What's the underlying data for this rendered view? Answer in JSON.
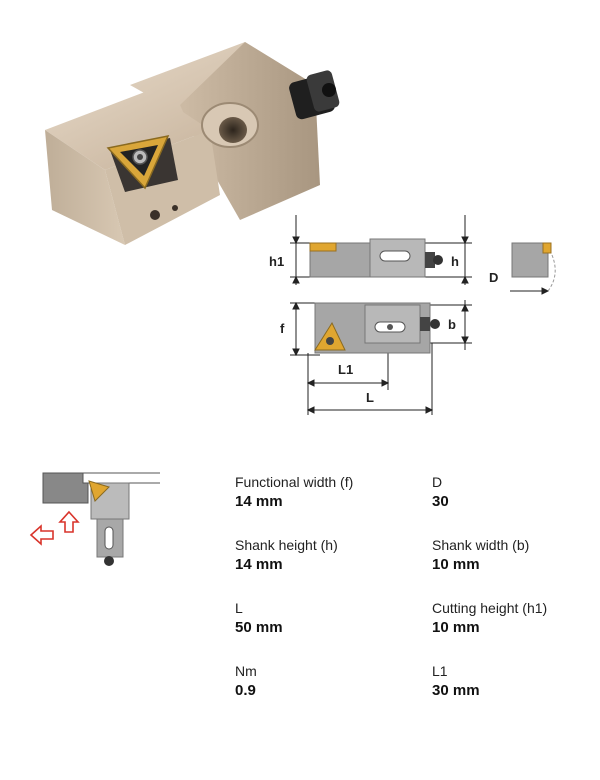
{
  "dimension_labels": {
    "h1": "h1",
    "h": "h",
    "D": "D",
    "f": "f",
    "b": "b",
    "L1": "L1",
    "L": "L"
  },
  "specs": [
    {
      "label": "Functional width (f)",
      "value": "14 mm"
    },
    {
      "label": "D",
      "value": "30"
    },
    {
      "label": "Shank height (h)",
      "value": "14 mm"
    },
    {
      "label": "Shank width (b)",
      "value": "10 mm"
    },
    {
      "label": "L",
      "value": "50 mm"
    },
    {
      "label": "Cutting height (h1)",
      "value": "10 mm"
    },
    {
      "label": "Nm",
      "value": "0.9"
    },
    {
      "label": "L1",
      "value": "30 mm"
    }
  ],
  "colors": {
    "tool_body": "#c9b8a4",
    "insert_gold": "#e0a630",
    "arrow_red": "#d9342b",
    "drawing_gray": "#a8a8a8"
  }
}
